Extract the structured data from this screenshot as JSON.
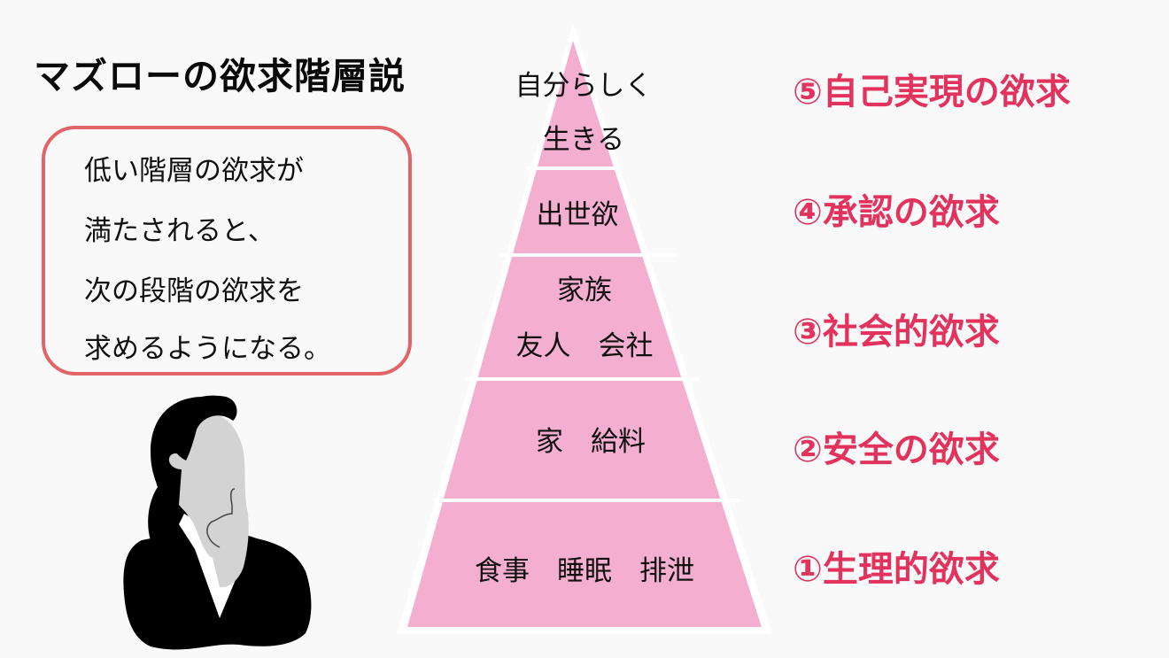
{
  "title": "マズローの欲求階層説",
  "callout": {
    "lines": [
      "低い階層の欲求が",
      "満たされると、",
      "次の段階の欲求を",
      "求めるようになる。"
    ],
    "border_color": "#e06468"
  },
  "pyramid": {
    "fill_color": "#f4aed0",
    "tiers": [
      {
        "level": 5,
        "lines": [
          "自分らしく",
          "生きる"
        ]
      },
      {
        "level": 4,
        "lines": [
          "出世欲"
        ]
      },
      {
        "level": 3,
        "lines": [
          "家族",
          "友人　会社"
        ]
      },
      {
        "level": 2,
        "lines": [
          "家　給料"
        ]
      },
      {
        "level": 1,
        "lines": [
          "食事　睡眠　排泄"
        ]
      }
    ]
  },
  "levels": {
    "color": "#e2335e",
    "items": [
      {
        "label": "⑤自己実現の欲求"
      },
      {
        "label": "④承認の欲求"
      },
      {
        "label": "③社会的欲求"
      },
      {
        "label": "②安全の欲求"
      },
      {
        "label": "①生理的欲求"
      }
    ]
  },
  "illustration": {
    "icon": "thinking-woman-icon"
  }
}
